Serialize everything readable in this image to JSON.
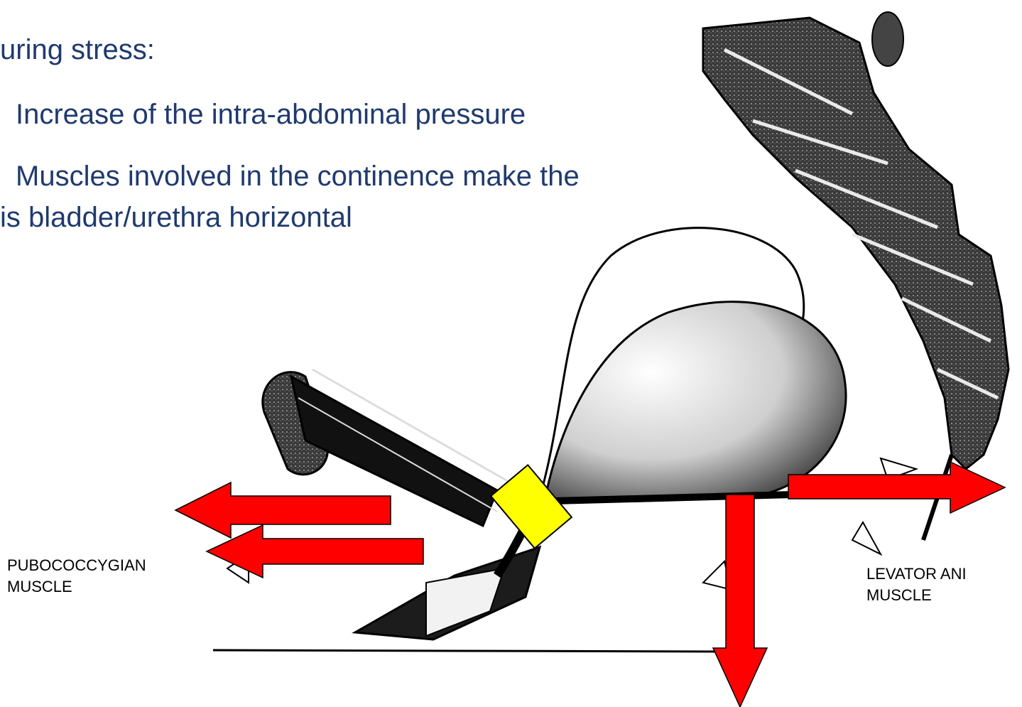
{
  "slide": {
    "heading": "uring stress:",
    "bullets": [
      "Increase of the intra-abdominal pressure",
      "Muscles involved in the continence make the",
      "is bladder/urethra horizontal"
    ]
  },
  "labels": {
    "pubococcygian_line1": "PUBOCOCCYGIAN",
    "pubococcygian_line2": "MUSCLE",
    "levator_line1": "LEVATOR ANI",
    "levator_line2": "MUSCLE"
  },
  "colors": {
    "text": "#1f3a6e",
    "arrow": "#ff0000",
    "band": "#ffff00",
    "ink": "#000000"
  }
}
